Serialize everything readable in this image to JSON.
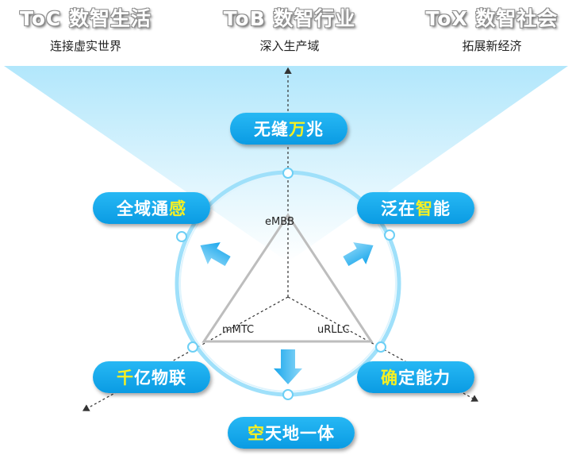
{
  "headers": [
    {
      "title": "ToC 数智生活",
      "subtitle": "连接虚实世界"
    },
    {
      "title": "ToB 数智行业",
      "subtitle": "深入生产域"
    },
    {
      "title": "ToX 数智社会",
      "subtitle": "拓展新经济"
    }
  ],
  "capabilities": {
    "top": {
      "highlight": "万",
      "before": "无缝",
      "after": "兆"
    },
    "upper_left": {
      "highlight": "感",
      "before": "全域通",
      "after": ""
    },
    "upper_right": {
      "highlight": "智",
      "before": "泛在",
      "after": "能"
    },
    "lower_left": {
      "highlight": "千",
      "before": "",
      "after": "亿物联"
    },
    "lower_right": {
      "highlight": "确",
      "before": "",
      "after": "定能力"
    },
    "bottom": {
      "highlight": "空",
      "before": "",
      "after": "天地一体"
    }
  },
  "triangle_labels": {
    "top": "eMBB",
    "left": "mMTC",
    "right": "uRLLC"
  },
  "colors": {
    "pill": "#0aa0e8",
    "highlight": "#f7f021",
    "ring": "#9fe0fa",
    "beam": "#bfeafc",
    "triangle": "#bdbdbd"
  }
}
